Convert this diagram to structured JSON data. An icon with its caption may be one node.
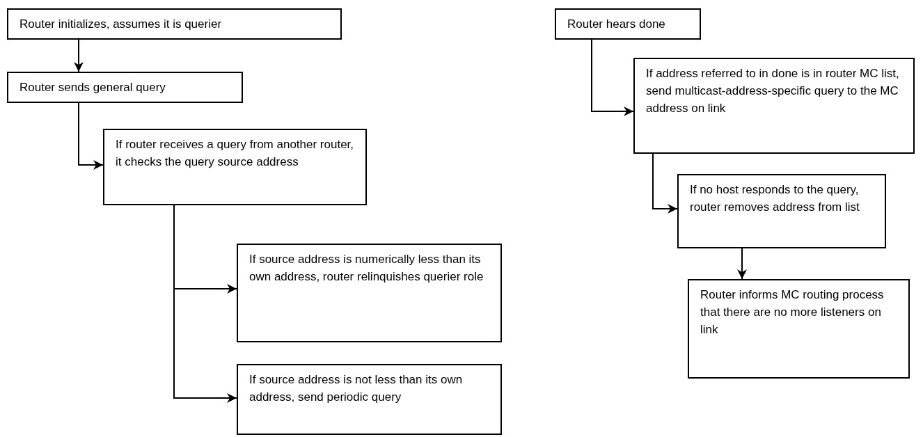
{
  "diagram": {
    "nodes": [
      {
        "text": [
          "Router initializes, assumes it is querier"
        ]
      },
      {
        "text": [
          "Router sends general query"
        ]
      },
      {
        "text": [
          "If router receives a query from another router, it checks the query source address"
        ]
      },
      {
        "text": [
          "If source address is numerically less than its own address, router relinquishes querier role"
        ]
      },
      {
        "text": [
          "If source address is not less than its own address, send periodic query"
        ]
      },
      {
        "text": [
          "Router hears done"
        ]
      },
      {
        "text": [
          "If address referred to in done is in router MC list, send multicast-address-specific query to the MC address on link"
        ]
      },
      {
        "text": [
          "If no host responds to the query, router removes address from list"
        ]
      },
      {
        "text": [
          "Router informs MC routing process that there are no more listeners on link"
        ]
      }
    ],
    "edges": [
      {
        "from": 0,
        "to": 1,
        "arrow": "to"
      },
      {
        "from": 1,
        "to": 2,
        "arrow": "to"
      },
      {
        "from": 2,
        "to": 3,
        "arrow": "to"
      },
      {
        "from": 2,
        "to": 4,
        "arrow": "to"
      },
      {
        "from": 5,
        "to": 6,
        "arrow": "to"
      },
      {
        "from": 6,
        "to": 7,
        "arrow": "to"
      },
      {
        "from": 7,
        "to": 8,
        "arrow": "to"
      }
    ]
  }
}
